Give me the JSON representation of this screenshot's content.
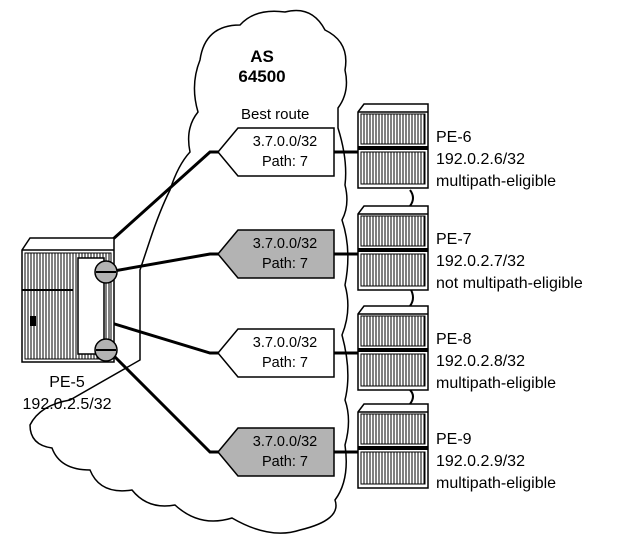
{
  "cloud": {
    "as_label": "AS",
    "as_number": "64500"
  },
  "best_route_label": "Best route",
  "routers": [
    {
      "name": "PE-6",
      "address": "192.0.2.6/32",
      "status": "multipath-eligible"
    },
    {
      "name": "PE-7",
      "address": "192.0.2.7/32",
      "status": "not multipath-eligible"
    },
    {
      "name": "PE-8",
      "address": "192.0.2.8/32",
      "status": "multipath-eligible"
    },
    {
      "name": "PE-9",
      "address": "192.0.2.9/32",
      "status": "multipath-eligible"
    }
  ],
  "routes": [
    {
      "prefix": "3.7.0.0/32",
      "path": "Path: 7",
      "selected": false
    },
    {
      "prefix": "3.7.0.0/32",
      "path": "Path: 7",
      "selected": true
    },
    {
      "prefix": "3.7.0.0/32",
      "path": "Path: 7",
      "selected": false
    },
    {
      "prefix": "3.7.0.0/32",
      "path": "Path: 7",
      "selected": true
    }
  ],
  "pe5": {
    "name": "PE-5",
    "address": "192.0.2.5/32"
  },
  "colors": {
    "selected_fill": "#b3b3b3",
    "unselected_fill": "#ffffff",
    "stroke": "#000000"
  }
}
